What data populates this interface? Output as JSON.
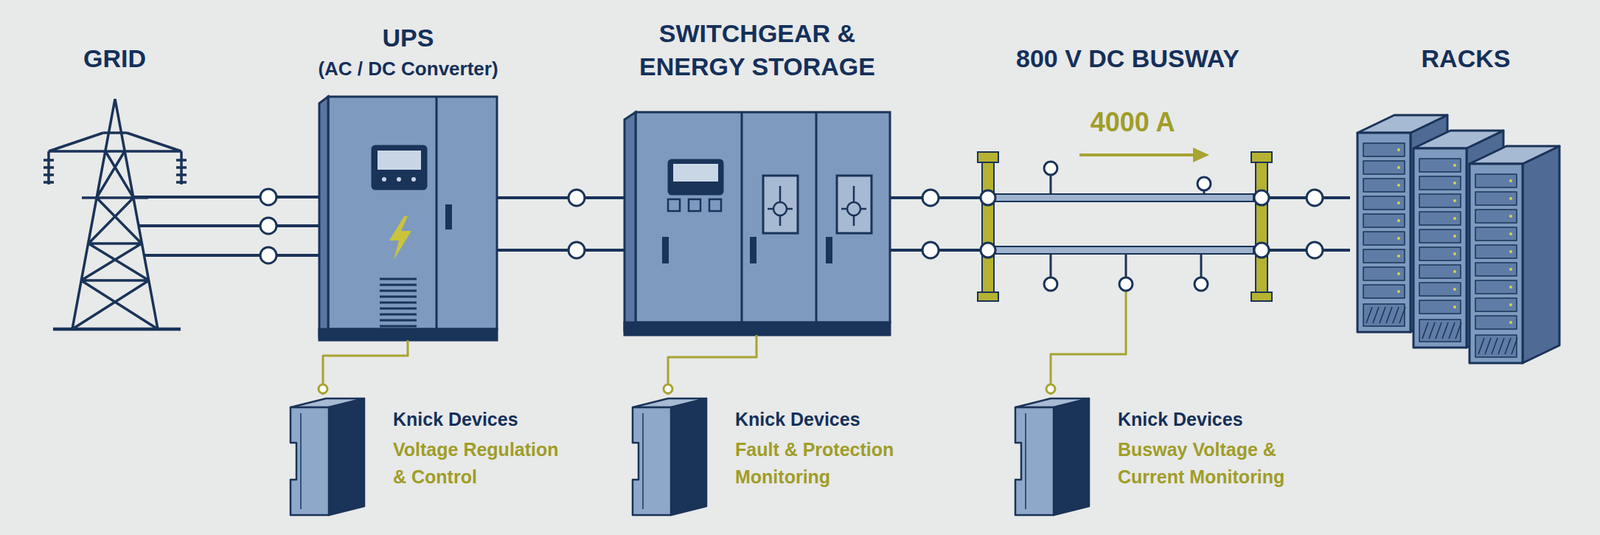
{
  "diagram": {
    "nodes": [
      {
        "text": [
          "GRID"
        ]
      },
      {
        "text": [
          "UPS",
          "(AC / DC Converter)"
        ]
      },
      {
        "text": [
          "SWITCHGEAR & ENERGY STORAGE"
        ]
      },
      {
        "text": [
          "800 V DC BUSWAY"
        ]
      },
      {
        "text": [
          "RACKS"
        ]
      },
      {
        "text": [
          "Knick Devices",
          "Voltage Regulation & Control"
        ]
      },
      {
        "text": [
          "Knick Devices",
          "Fault & Protection Monitoring"
        ]
      },
      {
        "text": [
          "Knick Devices",
          "Busway Voltage & Current Monitoring"
        ]
      }
    ],
    "edges": [
      {
        "from": 0,
        "to": 1,
        "arrow": "none"
      },
      {
        "from": 1,
        "to": 2,
        "arrow": "none"
      },
      {
        "from": 2,
        "to": 3,
        "arrow": "none"
      },
      {
        "from": 3,
        "to": 4,
        "arrow": "none"
      },
      {
        "from": 1,
        "to": 5,
        "arrow": "none"
      },
      {
        "from": 2,
        "to": 6,
        "arrow": "none"
      },
      {
        "from": 3,
        "to": 7,
        "arrow": "none"
      }
    ],
    "labels": [
      "4000 A"
    ]
  }
}
